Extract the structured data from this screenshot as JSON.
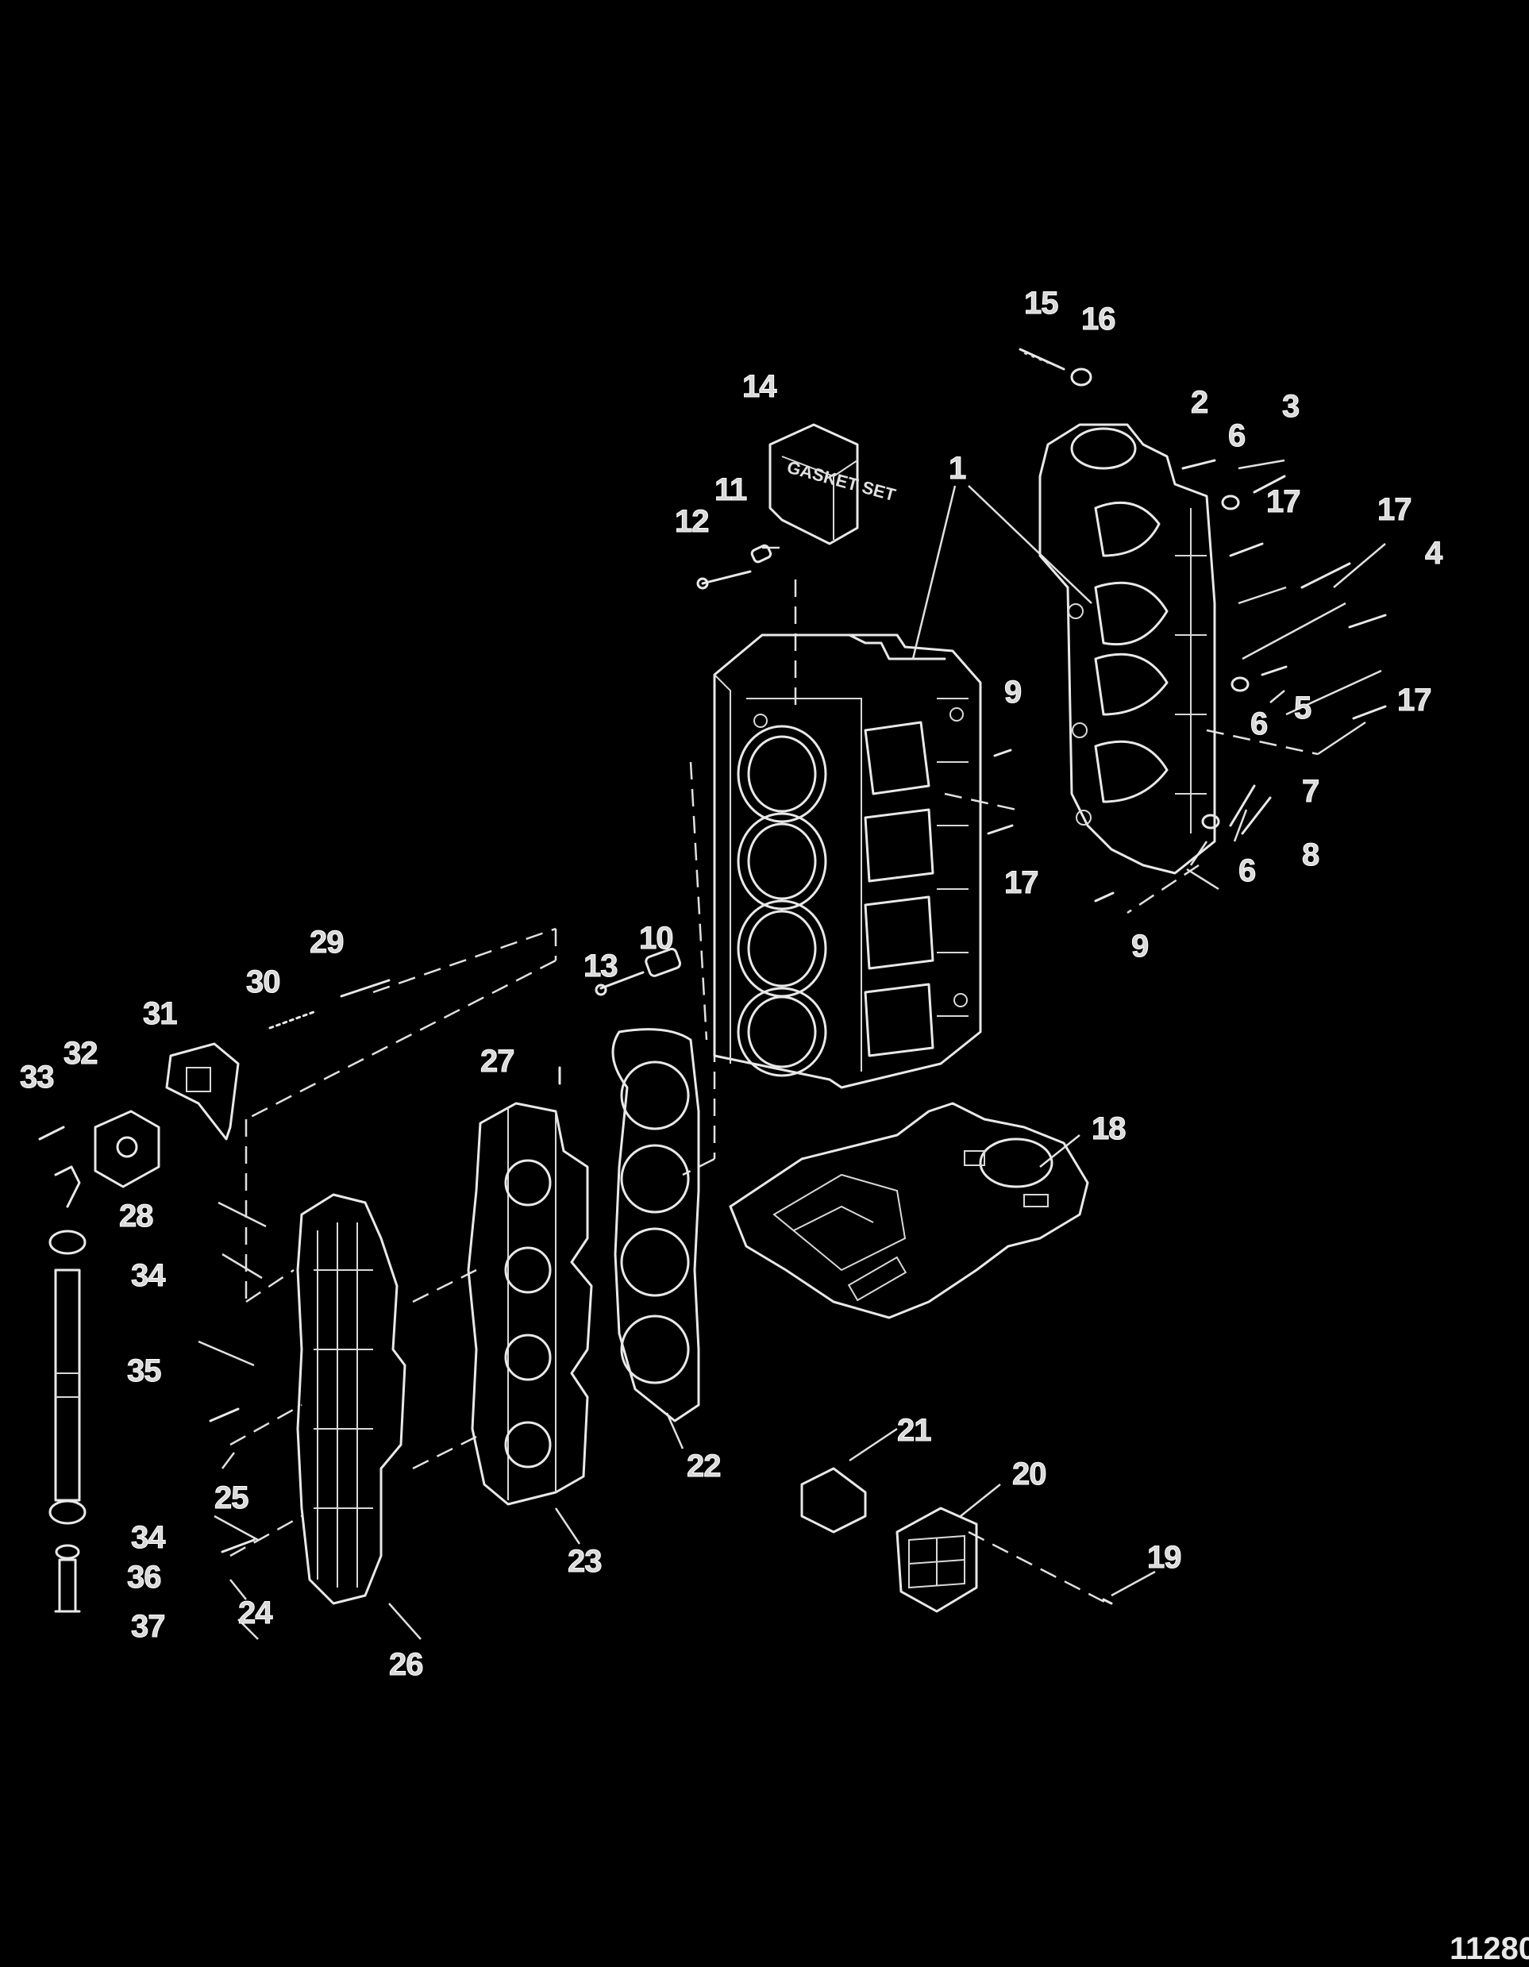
{
  "figure_number": "11280",
  "gasket_set_label": "GASKET SET",
  "callouts": [
    {
      "id": "c1",
      "label": "1"
    },
    {
      "id": "c2",
      "label": "2"
    },
    {
      "id": "c3",
      "label": "3"
    },
    {
      "id": "c4",
      "label": "4"
    },
    {
      "id": "c5",
      "label": "5"
    },
    {
      "id": "c6a",
      "label": "6"
    },
    {
      "id": "c6b",
      "label": "6"
    },
    {
      "id": "c6c",
      "label": "6"
    },
    {
      "id": "c7",
      "label": "7"
    },
    {
      "id": "c8",
      "label": "8"
    },
    {
      "id": "c9a",
      "label": "9"
    },
    {
      "id": "c9b",
      "label": "9"
    },
    {
      "id": "c10",
      "label": "10"
    },
    {
      "id": "c11",
      "label": "11"
    },
    {
      "id": "c12",
      "label": "12"
    },
    {
      "id": "c13",
      "label": "13"
    },
    {
      "id": "c14",
      "label": "14"
    },
    {
      "id": "c15",
      "label": "15"
    },
    {
      "id": "c16",
      "label": "16"
    },
    {
      "id": "c17a",
      "label": "17"
    },
    {
      "id": "c17b",
      "label": "17"
    },
    {
      "id": "c17c",
      "label": "17"
    },
    {
      "id": "c17d",
      "label": "17"
    },
    {
      "id": "c18",
      "label": "18"
    },
    {
      "id": "c19",
      "label": "19"
    },
    {
      "id": "c20",
      "label": "20"
    },
    {
      "id": "c21",
      "label": "21"
    },
    {
      "id": "c22",
      "label": "22"
    },
    {
      "id": "c23",
      "label": "23"
    },
    {
      "id": "c24",
      "label": "24"
    },
    {
      "id": "c25",
      "label": "25"
    },
    {
      "id": "c26",
      "label": "26"
    },
    {
      "id": "c27",
      "label": "27"
    },
    {
      "id": "c28",
      "label": "28"
    },
    {
      "id": "c29",
      "label": "29"
    },
    {
      "id": "c30",
      "label": "30"
    },
    {
      "id": "c31",
      "label": "31"
    },
    {
      "id": "c32",
      "label": "32"
    },
    {
      "id": "c33",
      "label": "33"
    },
    {
      "id": "c34a",
      "label": "34"
    },
    {
      "id": "c34b",
      "label": "34"
    },
    {
      "id": "c35",
      "label": "35"
    },
    {
      "id": "c36",
      "label": "36"
    },
    {
      "id": "c37",
      "label": "37"
    }
  ]
}
